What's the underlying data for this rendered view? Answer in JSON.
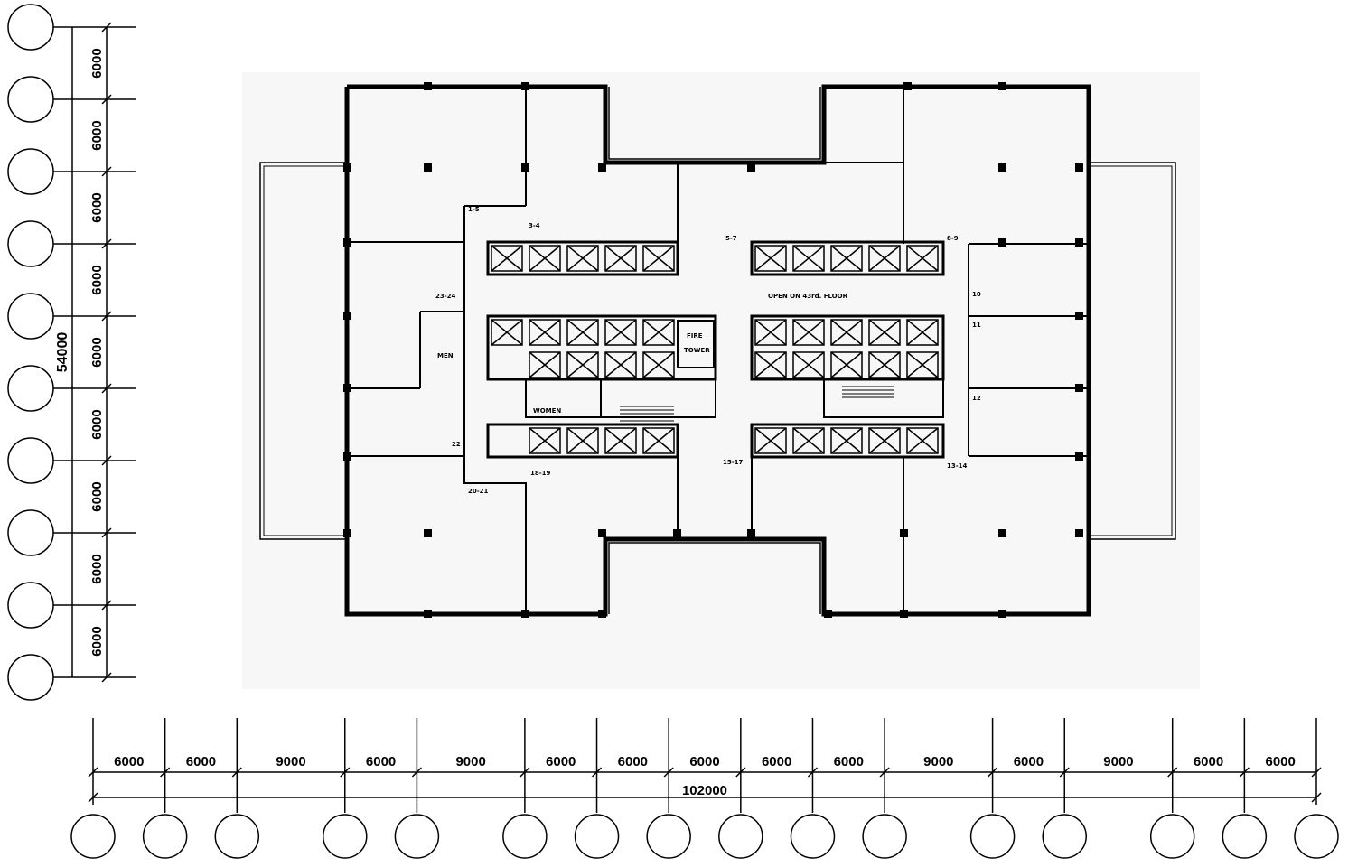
{
  "grid_left": {
    "spans": [
      "6000",
      "6000",
      "6000",
      "6000",
      "6000",
      "6000",
      "6000",
      "6000",
      "6000"
    ],
    "total": "54000"
  },
  "grid_bottom": {
    "spans": [
      "6000",
      "6000",
      "9000",
      "6000",
      "9000",
      "6000",
      "6000",
      "6000",
      "6000",
      "6000",
      "9000",
      "6000",
      "9000",
      "6000",
      "6000"
    ],
    "total": "102000"
  },
  "plan_labels": {
    "e1": "1-5",
    "e2": "3-4",
    "e3": "5-7",
    "e4": "8-9",
    "e5": "23-24",
    "e6": "10",
    "e7": "11",
    "e8": "12",
    "e9": "22",
    "e10": "20-21",
    "e11": "18-19",
    "e12": "15-17",
    "e13": "13-14",
    "open_floor": "OPEN ON 43rd. FLOOR",
    "fire_tower_1": "FIRE",
    "fire_tower_2": "TOWER",
    "men": "MEN",
    "women": "WOMEN"
  }
}
